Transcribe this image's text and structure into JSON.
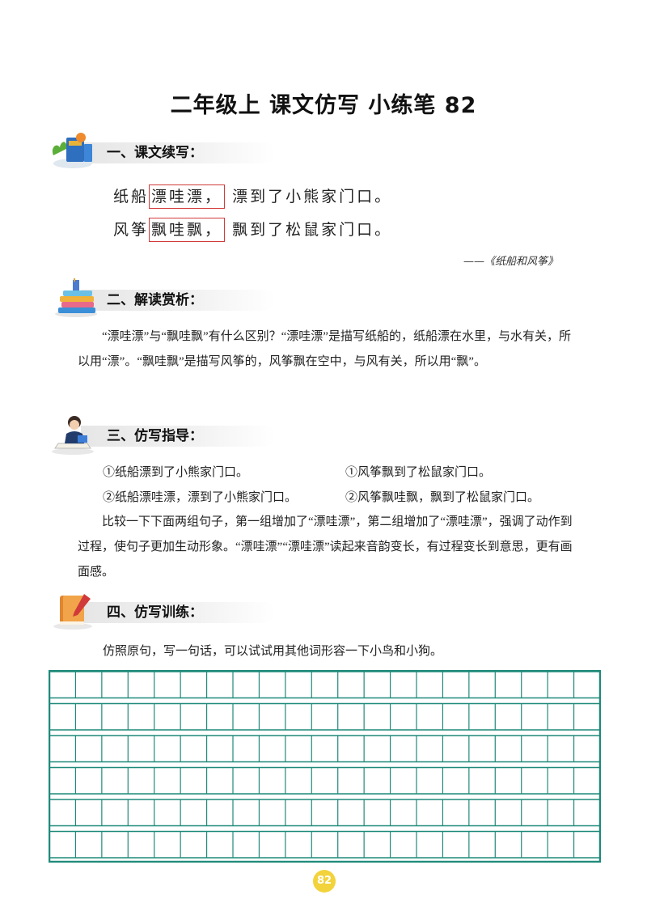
{
  "title": "二年级上 课文仿写 小练笔 82",
  "sections": {
    "s1": {
      "label": "一、课文续写：",
      "icon": "globe-books-icon"
    },
    "s2": {
      "label": "二、解读赏析：",
      "icon": "books-stack-icon"
    },
    "s3": {
      "label": "三、仿写指导：",
      "icon": "teacher-icon"
    },
    "s4": {
      "label": "四、仿写训练：",
      "icon": "book-pen-icon"
    }
  },
  "poem": {
    "line1": {
      "pre": "纸船",
      "boxed": "漂哇漂，",
      "post": "漂到了小熊家门口。"
    },
    "line2": {
      "pre": "风筝",
      "boxed": "飘哇飘，",
      "post": "飘到了松鼠家门口。"
    },
    "source": "——《纸船和风筝》"
  },
  "appreciation": "“漂哇漂”与“飘哇飘”有什么区别？“漂哇漂”是描写纸船的，纸船漂在水里，与水有关，所以用“漂”。“飘哇飘”是描写风筝的，风筝飘在空中，与风有关，所以用“飘”。",
  "guide": {
    "a1": "①纸船漂到了小熊家门口。",
    "b1": "①风筝飘到了松鼠家门口。",
    "a2": "②纸船漂哇漂，漂到了小熊家门口。",
    "b2": "②风筝飘哇飘，飘到了松鼠家门口。",
    "para": "比较一下下面两组句子，第一组增加了“漂哇漂”，第二组增加了“漂哇漂”，强调了动作到过程，使句子更加生动形象。“漂哇漂”“漂哇漂”读起来音韵变长，有过程变长到意思，更有画面感。"
  },
  "training": {
    "prompt": "仿照原句，写一句话，可以试试用其他词形容一下小鸟和小狗。"
  },
  "page_number": "82",
  "colors": {
    "grid": "#1f8a7a",
    "box": "#d23a3a",
    "badge": "#f2d33b"
  }
}
